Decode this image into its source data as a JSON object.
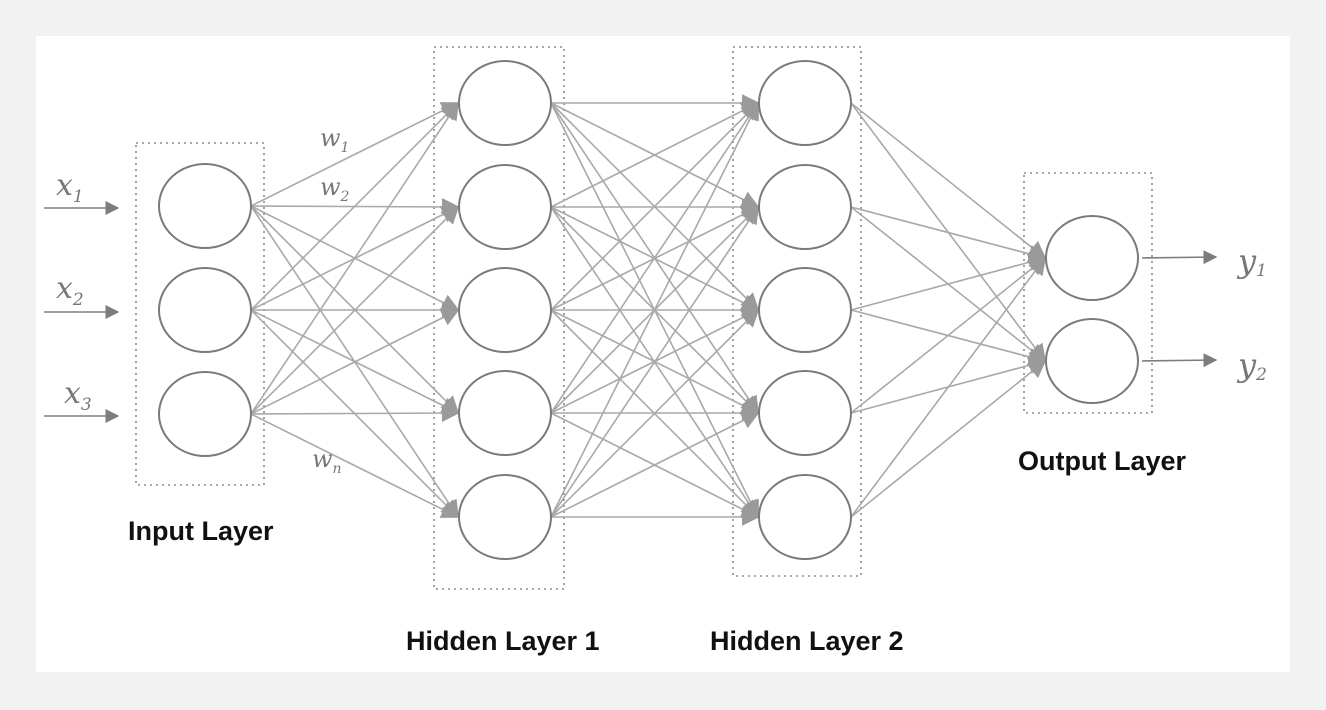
{
  "layers": {
    "input": {
      "label": "Input Layer",
      "nodes": 3
    },
    "hidden1": {
      "label": "Hidden Layer 1",
      "nodes": 5
    },
    "hidden2": {
      "label": "Hidden Layer 2",
      "nodes": 5
    },
    "output": {
      "label": "Output Layer",
      "nodes": 2
    }
  },
  "inputs": [
    {
      "symbol": "x",
      "index": "1"
    },
    {
      "symbol": "x",
      "index": "2"
    },
    {
      "symbol": "x",
      "index": "3"
    }
  ],
  "outputs": [
    {
      "symbol": "y",
      "index": "1"
    },
    {
      "symbol": "y",
      "index": "2"
    }
  ],
  "weights": [
    {
      "symbol": "w",
      "index": "1"
    },
    {
      "symbol": "w",
      "index": "2"
    },
    {
      "symbol": "w",
      "index": "n"
    }
  ],
  "colors": {
    "background": "#ffffff",
    "edge": "#a9a9a9",
    "node_stroke": "#7a7a7a",
    "label": "#111111"
  }
}
